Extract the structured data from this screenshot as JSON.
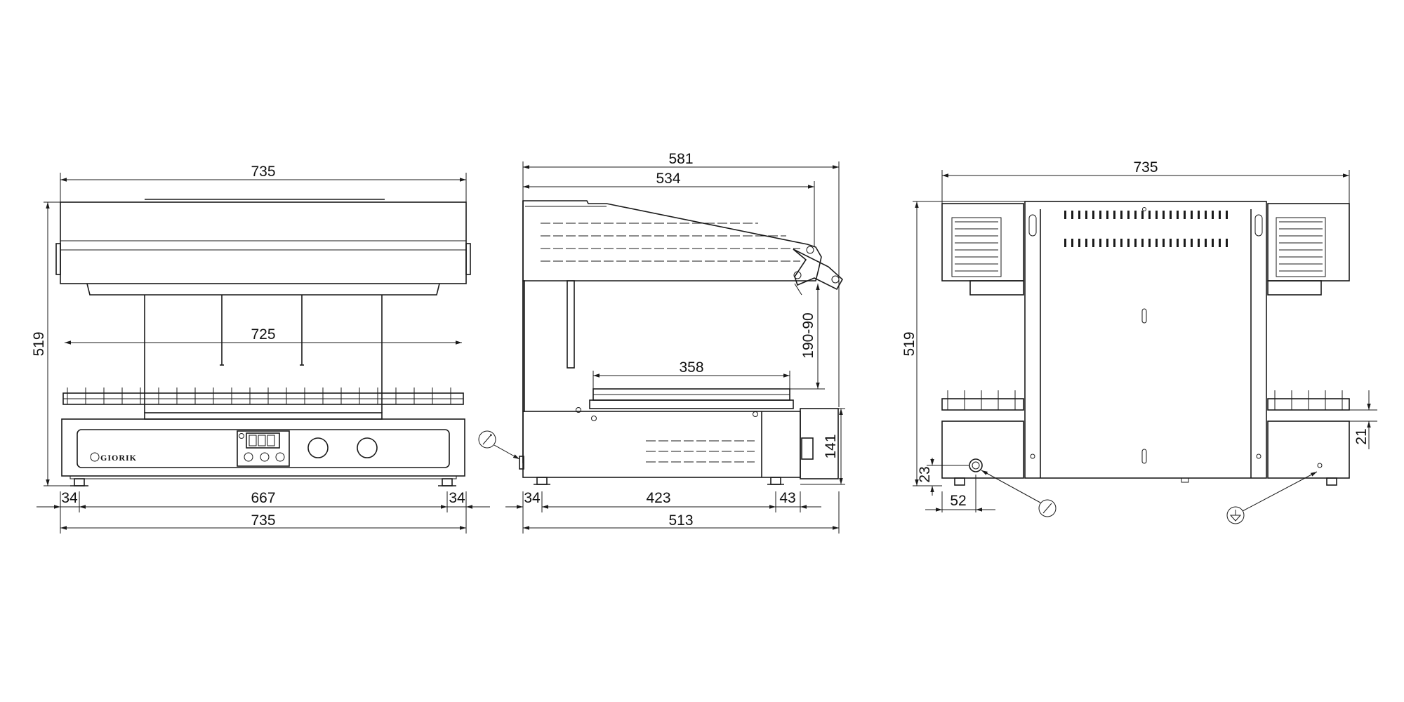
{
  "brand_logo": "GIORIK",
  "front_view": {
    "overall_width_top": "735",
    "overall_height": "519",
    "grid_width": "725",
    "base_width": "667",
    "foot_offset_left": "34",
    "foot_offset_right": "34",
    "overall_width_bottom": "735"
  },
  "side_view": {
    "overall_depth": "581",
    "hood_depth": "534",
    "hood_height_range": "190-90",
    "tray_depth": "358",
    "base_height": "141",
    "foot_offset": "34",
    "feet_spacing": "423",
    "rear_offset": "43",
    "base_depth": "513"
  },
  "rear_view": {
    "overall_width": "735",
    "overall_height": "519",
    "gas_inlet_height": "23",
    "gas_inlet_offset": "52",
    "side_dim": "21"
  },
  "symbols": {
    "gas_connection": "gas-symbol",
    "earth_connection": "ground-symbol"
  }
}
